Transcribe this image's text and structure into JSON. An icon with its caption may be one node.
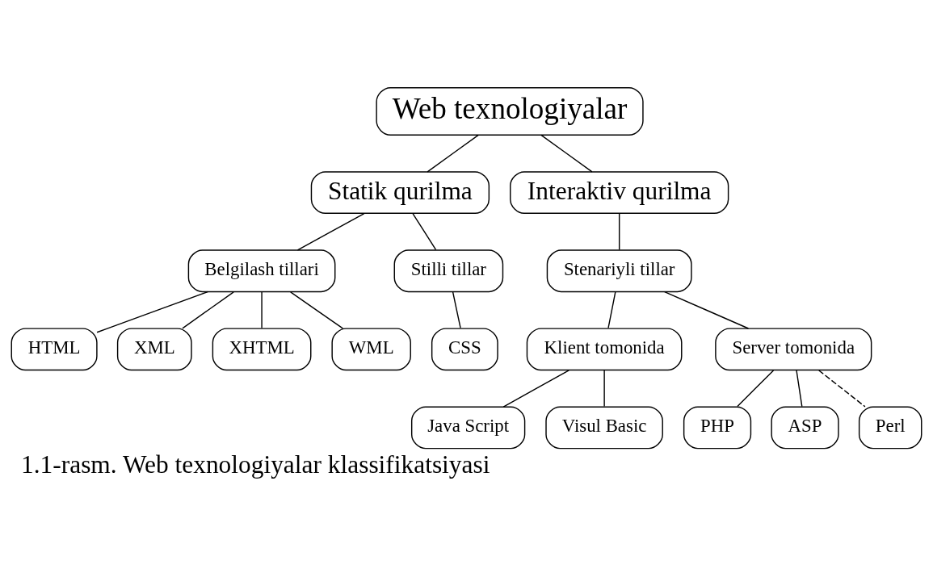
{
  "diagram": {
    "caption": "1.1-rasm. Web texnologiyalar klassifikatsiyasi",
    "nodes": [
      {
        "text": [
          "Web texnologiyalar"
        ]
      },
      {
        "text": [
          "Statik qurilma"
        ]
      },
      {
        "text": [
          "Interaktiv qurilma"
        ]
      },
      {
        "text": [
          "Belgilash tillari"
        ]
      },
      {
        "text": [
          "Stilli tillar"
        ]
      },
      {
        "text": [
          "Stenariyli tillar"
        ]
      },
      {
        "text": [
          "HTML"
        ]
      },
      {
        "text": [
          "XML"
        ]
      },
      {
        "text": [
          "XHTML"
        ]
      },
      {
        "text": [
          "WML"
        ]
      },
      {
        "text": [
          "CSS"
        ]
      },
      {
        "text": [
          "Klient tomonida"
        ]
      },
      {
        "text": [
          "Server tomonida"
        ]
      },
      {
        "text": [
          "Java Script"
        ]
      },
      {
        "text": [
          "Visul Basic"
        ]
      },
      {
        "text": [
          "PHP"
        ]
      },
      {
        "text": [
          "ASP"
        ]
      },
      {
        "text": [
          "Perl"
        ]
      }
    ],
    "edges": [
      {
        "from": 0,
        "to": 1,
        "arrow": "none"
      },
      {
        "from": 0,
        "to": 2,
        "arrow": "none"
      },
      {
        "from": 1,
        "to": 3,
        "arrow": "none"
      },
      {
        "from": 1,
        "to": 4,
        "arrow": "none"
      },
      {
        "from": 2,
        "to": 5,
        "arrow": "none"
      },
      {
        "from": 3,
        "to": 6,
        "arrow": "none"
      },
      {
        "from": 3,
        "to": 7,
        "arrow": "none"
      },
      {
        "from": 3,
        "to": 8,
        "arrow": "none"
      },
      {
        "from": 3,
        "to": 9,
        "arrow": "none"
      },
      {
        "from": 4,
        "to": 10,
        "arrow": "none"
      },
      {
        "from": 5,
        "to": 11,
        "arrow": "none"
      },
      {
        "from": 5,
        "to": 12,
        "arrow": "none"
      },
      {
        "from": 11,
        "to": 13,
        "arrow": "none"
      },
      {
        "from": 11,
        "to": 14,
        "arrow": "none"
      },
      {
        "from": 12,
        "to": 15,
        "arrow": "none"
      },
      {
        "from": 12,
        "to": 16,
        "arrow": "none"
      },
      {
        "from": 12,
        "to": 17,
        "arrow": "none",
        "style": "dashed"
      }
    ]
  }
}
